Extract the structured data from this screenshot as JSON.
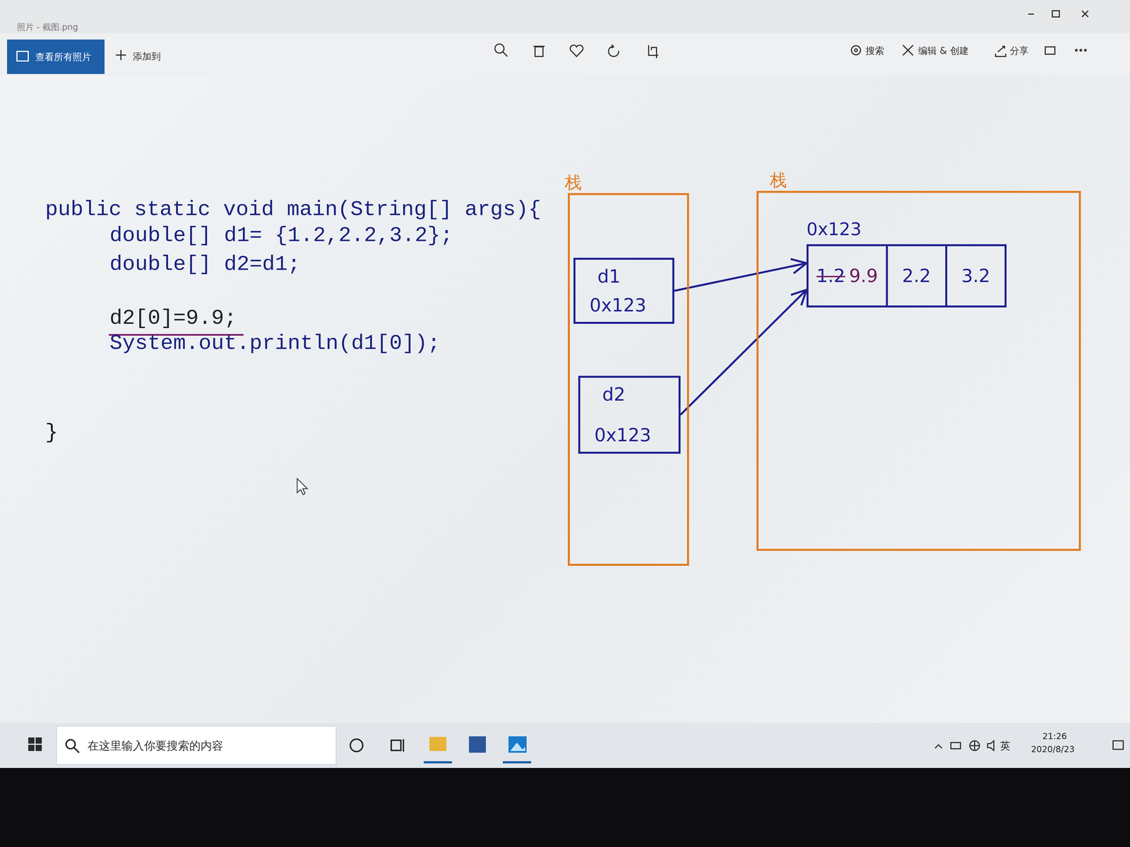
{
  "diagram": {
    "nodes": [
      {
        "text": [
          "栈"
        ]
      },
      {
        "text": [
          "d1",
          "0x123"
        ],
        "in": 0
      },
      {
        "text": [
          "d2",
          "0x123"
        ],
        "in": 0
      },
      {
        "text": [
          "栈"
        ]
      },
      {
        "text": [
          "0x123"
        ],
        "in": 3
      },
      {
        "text": [
          "1.2",
          "9.9"
        ],
        "in": 4
      },
      {
        "text": [
          "2.2"
        ],
        "in": 4
      },
      {
        "text": [
          "3.2"
        ],
        "in": 4
      }
    ],
    "edges": [
      {
        "from": 1,
        "to": 5,
        "arrow": "to"
      },
      {
        "from": 2,
        "to": 5,
        "arrow": "to"
      }
    ],
    "labels": [
      "public static void main(String[] args){",
      "double[] d1= {1.2,2.2,3.2};",
      "double[] d2=d1;",
      "d2[0]=9.9;",
      "System.out.println(d1[0]);",
      "}",
      "照片 - 截图.png",
      "查看所有照片",
      "添加到",
      "搜索",
      "编辑 & 创建",
      "分享",
      "在这里输入你要搜索的内容",
      "英",
      "21:26",
      "2020/8/23"
    ]
  }
}
